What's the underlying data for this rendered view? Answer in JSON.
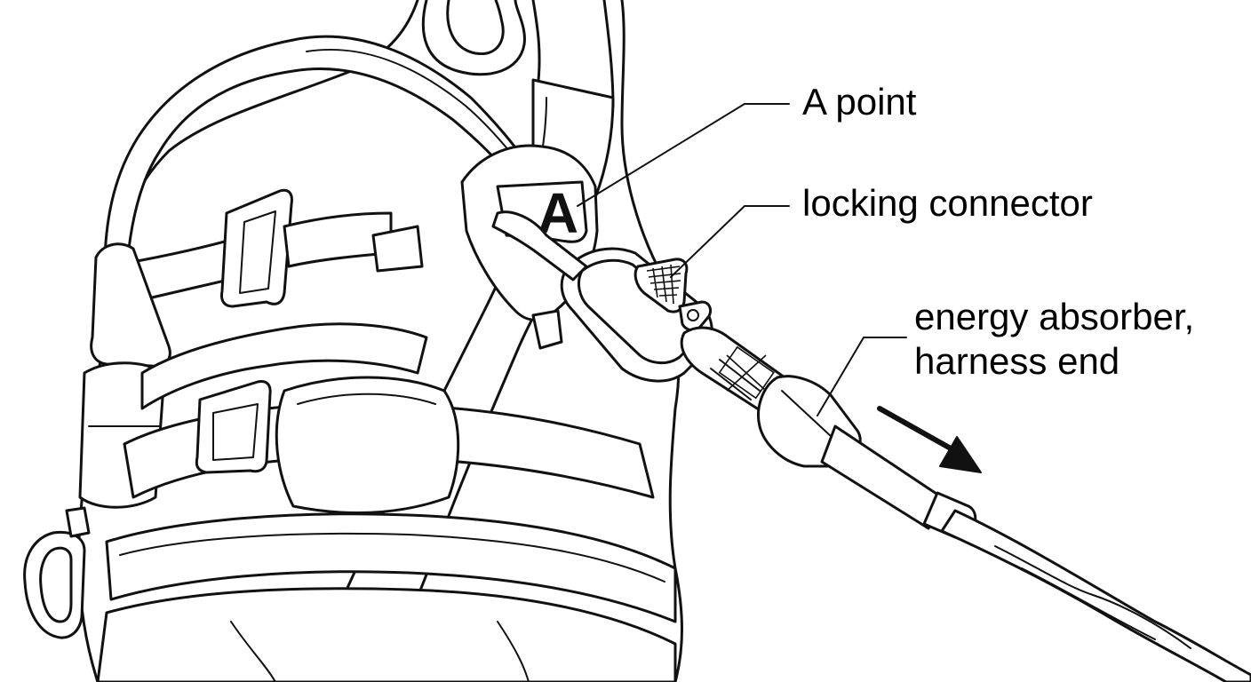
{
  "labels": {
    "a_point": "A point",
    "locking_connector": "locking connector",
    "energy_absorber_line1": "energy absorber,",
    "energy_absorber_line2": "harness end",
    "attachment_letter": "A"
  },
  "icons": {
    "direction": "arrow-icon"
  },
  "colors": {
    "ink": "#111111",
    "background": "#ffffff"
  }
}
